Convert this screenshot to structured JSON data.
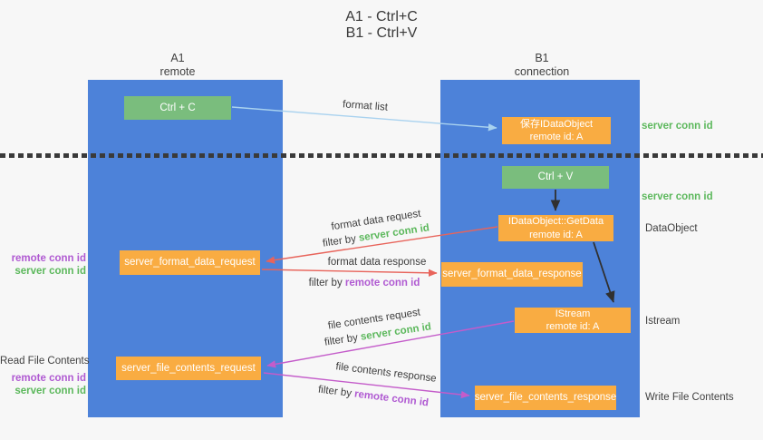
{
  "title": {
    "line1": "A1 - Ctrl+C",
    "line2": "B1 - Ctrl+V"
  },
  "lifelines": {
    "a1": {
      "name": "A1",
      "role": "remote"
    },
    "b1": {
      "name": "B1",
      "role": "connection"
    }
  },
  "nodes": {
    "ctrl_c": {
      "label": "Ctrl + C"
    },
    "save_idataobject": {
      "line1": "保存IDataObject",
      "line2": "remote id: A"
    },
    "ctrl_v": {
      "label": "Ctrl + V"
    },
    "getdata": {
      "line1": "IDataObject::GetData",
      "line2": "remote id: A"
    },
    "format_request": {
      "label": "server_format_data_request"
    },
    "format_response": {
      "label": "server_format_data_response"
    },
    "istream": {
      "line1": "IStream",
      "line2": "remote id: A"
    },
    "file_request": {
      "label": "server_file_contents_request"
    },
    "file_response": {
      "label": "server_file_contents_response"
    }
  },
  "messages": {
    "format_list": "format list",
    "format_data_request": "format data request",
    "format_data_response": "format data response",
    "file_contents_request": "file contents request",
    "file_contents_response": "file contents response",
    "filter_by": "filter by",
    "server_conn_id": "server conn id",
    "remote_conn_id": "remote conn id"
  },
  "annotations": {
    "right_server_conn_id_top": "server conn id",
    "right_server_conn_id_mid": "server conn id",
    "dataobject": "DataObject",
    "istream": "Istream",
    "write_file_contents": "Write File Contents",
    "read_file_contents": "Read File Contents",
    "left_remote_conn_id_top": "remote conn id",
    "left_server_conn_id_top": "server conn id",
    "left_remote_conn_id_bottom": "remote conn id",
    "left_server_conn_id_bottom": "server conn id"
  },
  "colors": {
    "lifeline_blue": "#4d82d9",
    "action_green": "#7abd7d",
    "node_orange": "#f9ac42",
    "arrow_light_blue": "#a9d2ef",
    "arrow_red": "#e8645b",
    "arrow_magenta": "#c45ccaff",
    "arrow_black": "#303030",
    "conn_id_green": "#5cb85c",
    "conn_id_purple": "#b05ad2",
    "dotted_line": "#3a3a3a"
  }
}
